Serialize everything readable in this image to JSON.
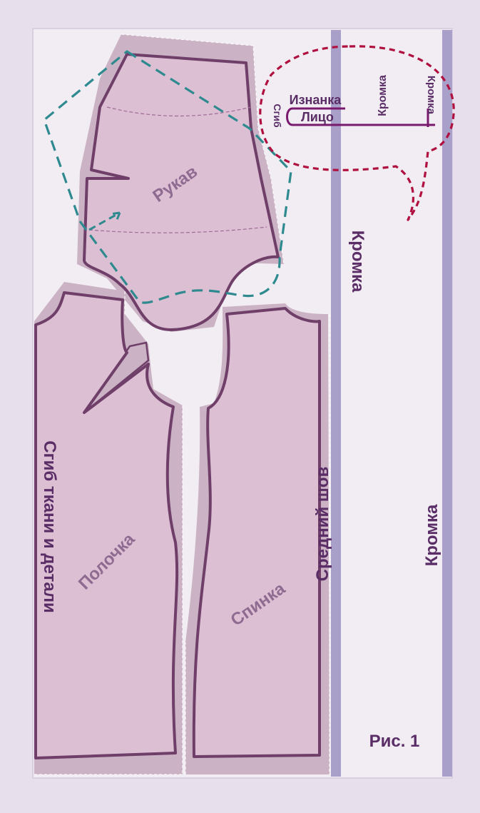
{
  "colors": {
    "page_bg": "#e7e0ec",
    "panel_bg": "#f1edf3",
    "piece_fill": "#dcbfd3",
    "allowance_fill": "#cbb3c5",
    "piece_outline": "#6f3f6a",
    "label_dark": "#5a2d66",
    "label_piece": "#8f6b91",
    "selvage_bar": "#a8a0c8",
    "layout_dash": "#2e8a8f",
    "callout_dash": "#b0103f"
  },
  "labels": {
    "sleeve": "Рукав",
    "front": "Полочка",
    "back": "Спинка",
    "fold": "Сгиб ткани и детали",
    "center_seam": "Средний шов",
    "selvage_upper": "Кромка",
    "selvage_lower": "Кромка",
    "figure": "Рис. 1"
  },
  "callout": {
    "wrong_side": "Изнанка",
    "right_side": "Лицо",
    "fold": "Сгиб",
    "selvage_inner": "Кромка",
    "selvage_outer": "Кромка"
  }
}
